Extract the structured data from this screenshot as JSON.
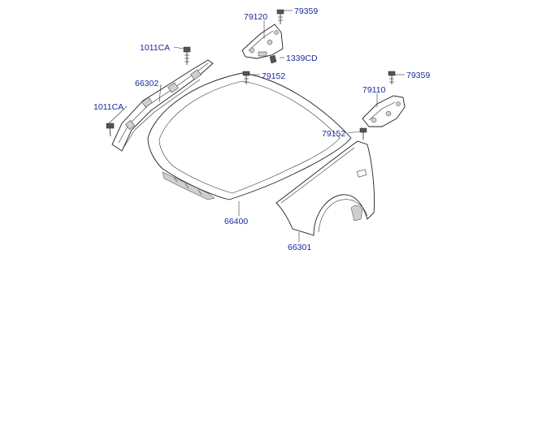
{
  "parts": {
    "fender_left_seal": "1011CA",
    "fender_left_clip": "1011CA",
    "hood_weatherstrip": "66302",
    "hood_panel": "66400",
    "fender_right": "66301",
    "hinge_left": "79120",
    "hinge_left_bolt_top": "79359",
    "hinge_left_clip": "1339CD",
    "hinge_left_bolt_bottom": "79152",
    "hinge_right": "79110",
    "hinge_right_bolt_top": "79359",
    "hinge_right_bolt_bottom": "79152"
  }
}
